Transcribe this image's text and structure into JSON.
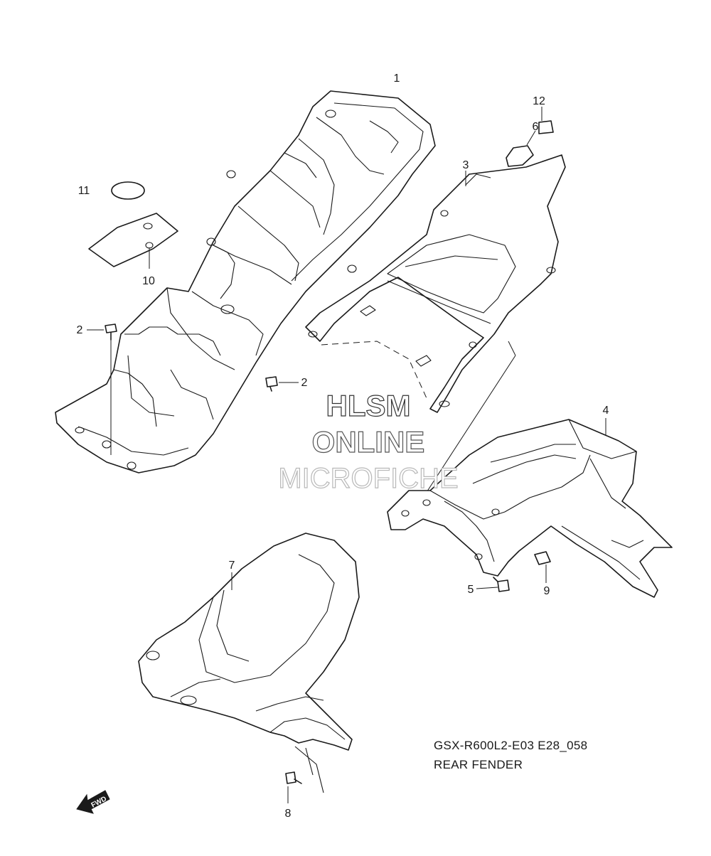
{
  "diagram": {
    "callouts": [
      {
        "id": "1",
        "text": "1"
      },
      {
        "id": "2a",
        "text": "2"
      },
      {
        "id": "2b",
        "text": "2"
      },
      {
        "id": "3",
        "text": "3"
      },
      {
        "id": "4",
        "text": "4"
      },
      {
        "id": "5",
        "text": "5"
      },
      {
        "id": "6",
        "text": "6"
      },
      {
        "id": "7",
        "text": "7"
      },
      {
        "id": "8",
        "text": "8"
      },
      {
        "id": "9",
        "text": "9"
      },
      {
        "id": "10",
        "text": "10"
      },
      {
        "id": "11",
        "text": "11"
      },
      {
        "id": "12",
        "text": "12"
      }
    ],
    "caption": {
      "code": "GSX-R600L2-E03 E28_058",
      "title": "REAR FENDER"
    },
    "watermark": {
      "line1": "HLSM",
      "line2": "ONLINE",
      "line3": "MICROFICHE"
    },
    "direction_badge": "FWD"
  }
}
